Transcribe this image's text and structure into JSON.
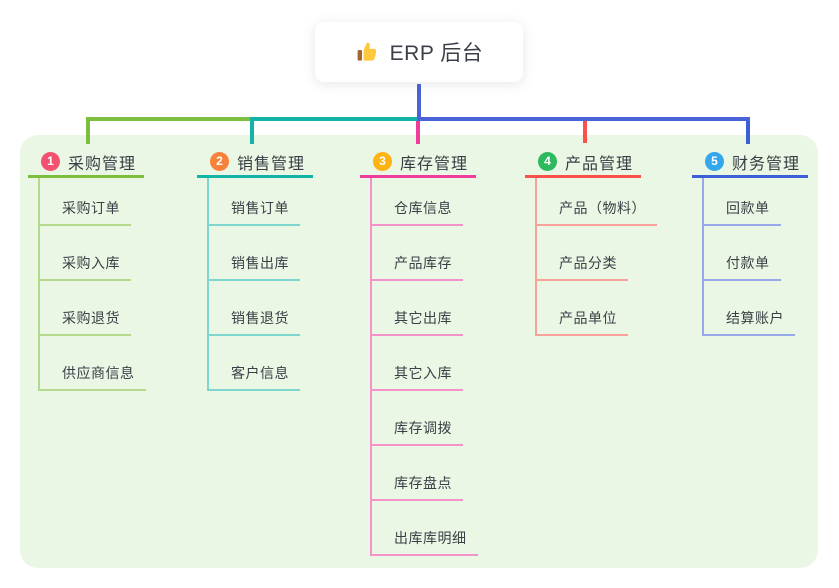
{
  "root": {
    "title": "ERP 后台",
    "icon": "thumbs-up-icon",
    "icon_colors": {
      "hand": "#FFC83D",
      "cuff": "#A0672C"
    }
  },
  "panel": {
    "background": "#EAF7E4"
  },
  "connector": {
    "root_color": "#4A63D8"
  },
  "branches": [
    {
      "num": "1",
      "title": "采购管理",
      "color": "#7DBE3F",
      "light": "#B4D88C",
      "badge": "#F25170",
      "items": [
        "采购订单",
        "采购入库",
        "采购退货",
        "供应商信息"
      ]
    },
    {
      "num": "2",
      "title": "销售管理",
      "color": "#14B3A7",
      "light": "#7ED7CF",
      "badge": "#F8823C",
      "items": [
        "销售订单",
        "销售出库",
        "销售退货",
        "客户信息"
      ]
    },
    {
      "num": "3",
      "title": "库存管理",
      "color": "#EE3D9A",
      "light": "#F392CB",
      "badge": "#FFB312",
      "items": [
        "仓库信息",
        "产品库存",
        "其它出库",
        "其它入库",
        "库存调拨",
        "库存盘点",
        "出库库明细"
      ]
    },
    {
      "num": "4",
      "title": "产品管理",
      "color": "#FA524B",
      "light": "#FCA09A",
      "badge": "#2DBA5E",
      "items": [
        "产品（物料）",
        "产品分类",
        "产品单位"
      ]
    },
    {
      "num": "5",
      "title": "财务管理",
      "color": "#3C5FD8",
      "light": "#97A9E8",
      "badge": "#33A7EC",
      "items": [
        "回款单",
        "付款单",
        "结算账户"
      ]
    }
  ]
}
